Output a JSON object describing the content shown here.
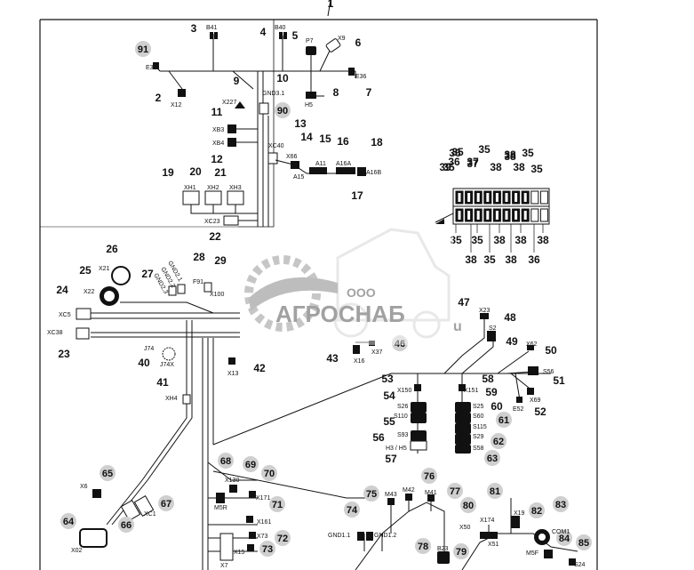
{
  "callouts": [
    {
      "id": "1",
      "plain": true
    },
    {
      "id": "2",
      "plain": true
    },
    {
      "id": "3",
      "plain": true
    },
    {
      "id": "4",
      "plain": true
    },
    {
      "id": "5",
      "plain": true
    },
    {
      "id": "6",
      "plain": true
    },
    {
      "id": "7",
      "plain": true
    },
    {
      "id": "8",
      "plain": true
    },
    {
      "id": "9",
      "plain": true
    },
    {
      "id": "10",
      "plain": true
    },
    {
      "id": "11",
      "plain": true
    },
    {
      "id": "12",
      "plain": true
    },
    {
      "id": "13",
      "plain": true
    },
    {
      "id": "14",
      "plain": true
    },
    {
      "id": "15",
      "plain": true
    },
    {
      "id": "16",
      "plain": true
    },
    {
      "id": "17",
      "plain": true
    },
    {
      "id": "18",
      "plain": true
    },
    {
      "id": "19",
      "plain": true
    },
    {
      "id": "20",
      "plain": true
    },
    {
      "id": "21",
      "plain": true
    },
    {
      "id": "22",
      "plain": true
    },
    {
      "id": "23",
      "plain": true
    },
    {
      "id": "24",
      "plain": true
    },
    {
      "id": "25",
      "plain": true
    },
    {
      "id": "26",
      "plain": true
    },
    {
      "id": "27",
      "plain": true
    },
    {
      "id": "28",
      "plain": true
    },
    {
      "id": "29",
      "plain": true
    },
    {
      "id": "35",
      "plain": true
    },
    {
      "id": "36",
      "plain": true
    },
    {
      "id": "37",
      "plain": true
    },
    {
      "id": "38",
      "plain": true
    },
    {
      "id": "39",
      "plain": true
    },
    {
      "id": "40",
      "plain": true
    },
    {
      "id": "41",
      "plain": true
    },
    {
      "id": "42",
      "plain": true
    },
    {
      "id": "43",
      "plain": true
    },
    {
      "id": "46",
      "plain": false
    },
    {
      "id": "47",
      "plain": true
    },
    {
      "id": "48",
      "plain": true
    },
    {
      "id": "49",
      "plain": true
    },
    {
      "id": "50",
      "plain": true
    },
    {
      "id": "51",
      "plain": true
    },
    {
      "id": "52",
      "plain": true
    },
    {
      "id": "53",
      "plain": true
    },
    {
      "id": "54",
      "plain": true
    },
    {
      "id": "55",
      "plain": true
    },
    {
      "id": "56",
      "plain": true
    },
    {
      "id": "57",
      "plain": true
    },
    {
      "id": "58",
      "plain": true
    },
    {
      "id": "59",
      "plain": true
    },
    {
      "id": "60",
      "plain": true
    },
    {
      "id": "61",
      "plain": false
    },
    {
      "id": "62",
      "plain": false
    },
    {
      "id": "63",
      "plain": false
    },
    {
      "id": "64",
      "plain": false
    },
    {
      "id": "65",
      "plain": false
    },
    {
      "id": "66",
      "plain": false
    },
    {
      "id": "67",
      "plain": false
    },
    {
      "id": "68",
      "plain": false
    },
    {
      "id": "69",
      "plain": false
    },
    {
      "id": "70",
      "plain": false
    },
    {
      "id": "71",
      "plain": false
    },
    {
      "id": "72",
      "plain": false
    },
    {
      "id": "73",
      "plain": false
    },
    {
      "id": "74",
      "plain": false
    },
    {
      "id": "75",
      "plain": false
    },
    {
      "id": "76",
      "plain": false
    },
    {
      "id": "77",
      "plain": false
    },
    {
      "id": "78",
      "plain": false
    },
    {
      "id": "79",
      "plain": false
    },
    {
      "id": "80",
      "plain": false
    },
    {
      "id": "81",
      "plain": false
    },
    {
      "id": "82",
      "plain": false
    },
    {
      "id": "83",
      "plain": false
    },
    {
      "id": "84",
      "plain": false
    },
    {
      "id": "85",
      "plain": false
    },
    {
      "id": "90",
      "plain": false
    },
    {
      "id": "91",
      "plain": false
    }
  ],
  "connector_labels": [
    "B41",
    "B40",
    "P7",
    "X9",
    "E37",
    "E36",
    "X12",
    "H5",
    "GND3.1",
    "X227",
    "XB3",
    "XB4",
    "XC40",
    "X66",
    "A11",
    "A16A",
    "A15",
    "A16B",
    "XH1",
    "XH2",
    "XH3",
    "XC23",
    "X21",
    "X22",
    "GND2.1",
    "GND2.2",
    "GND2.3",
    "F91",
    "X100",
    "XC5",
    "XC38",
    "J74",
    "J74X",
    "X13",
    "XH4",
    "X16",
    "X37",
    "X23",
    "S2",
    "X62",
    "S56",
    "X69",
    "E52",
    "X150",
    "X151",
    "S26",
    "S25",
    "S110",
    "S60",
    "S115",
    "S93",
    "S29",
    "H3 / H5",
    "S58",
    "X6",
    "XC1",
    "X02",
    "X130",
    "M5R",
    "X171",
    "X161",
    "X73",
    "X15",
    "X7",
    "M43",
    "M42",
    "M41",
    "GND1.1",
    "GND1.2",
    "B23",
    "X50",
    "X51",
    "X174",
    "X19",
    "COM1",
    "M5F",
    "S24"
  ],
  "fuse_box": {
    "top_numbers": [
      "36",
      "35",
      "38",
      "35",
      "35",
      "37",
      "38",
      "38",
      "35"
    ],
    "bottom_numbers": [
      "35",
      "35",
      "38",
      "38",
      "38",
      "35",
      "38",
      "38",
      "36"
    ]
  },
  "watermark": {
    "company_form": "ООО",
    "company_name": "АГРОСНАБ",
    "suffix": "u"
  }
}
